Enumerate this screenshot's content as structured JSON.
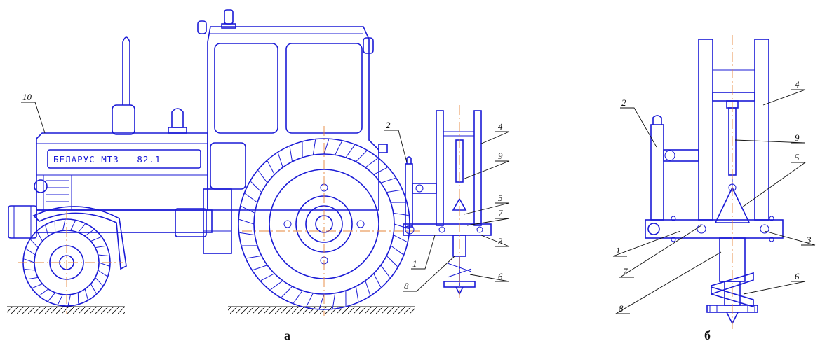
{
  "figure_a": {
    "caption": "а",
    "plate_text": "БЕЛАРУС   МТЗ - 82.1",
    "labels": [
      "10",
      "2",
      "4",
      "9",
      "5",
      "7",
      "3",
      "1",
      "6",
      "8"
    ]
  },
  "figure_b": {
    "caption": "б",
    "labels": [
      "2",
      "4",
      "9",
      "5",
      "1",
      "3",
      "7",
      "6",
      "8"
    ]
  },
  "colors": {
    "line": "#1a1ad6",
    "axis": "#e6863a",
    "text": "#111111"
  }
}
